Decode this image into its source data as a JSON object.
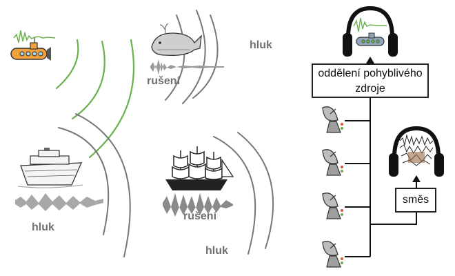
{
  "labels": {
    "noise_top_right": "hluk",
    "noise_left": "hluk",
    "noise_bottom": "hluk",
    "interference_top": "rušení",
    "interference_middle": "rušení"
  },
  "boxes": {
    "separation": "oddělení pohyblivého zdroje",
    "mix": "směs"
  },
  "icons": {
    "source": "submarine-icon",
    "noise_sources": [
      "whale-icon",
      "cruise-ship-icon",
      "sailing-ship-icon"
    ],
    "sensors": "satellite-dish-icon",
    "listener": "headphones-icon"
  },
  "colors": {
    "signal_wave": "#6ab04c",
    "noise_wave": "#8a8a8a",
    "label_text": "#6f6f6f",
    "submarine": "#f0a13a",
    "sensor_led": "#e0533d"
  }
}
